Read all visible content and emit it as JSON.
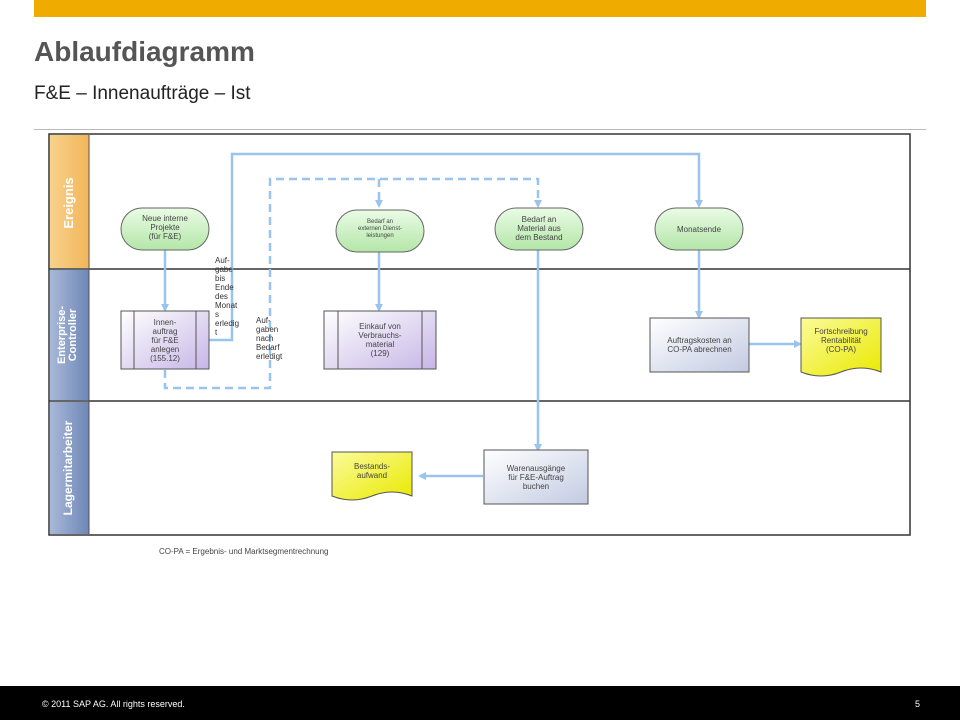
{
  "header": {
    "title": "Ablaufdiagramm",
    "subtitle": "F&E – Innenaufträge – Ist"
  },
  "lanes": [
    {
      "label": "Ereignis",
      "color": "#f5c26b"
    },
    {
      "label": "Enterprise-\nController",
      "color": "#8fa3c8"
    },
    {
      "label": "Lagermitarbeiter",
      "color": "#8fa3c8"
    }
  ],
  "nodes": {
    "new_projects": "Neue interne\nProjekte\n(für F&E)",
    "need_external": "Bedarf an\nexternen Dienst-\nleistungen",
    "need_material": "Bedarf an\nMaterial aus\ndem Bestand",
    "month_end": "Monatsende",
    "create_order": "Innen-\nauftrag\nfür F&E\nanlegen\n(155.12)",
    "purchase": "Einkauf von\nVerbrauchs-\nmaterial\n(129)",
    "settle": "Auftragskosten an\nCO-PA abrechnen",
    "copa_update": "Fortschreibung\nRentabilität\n(CO-PA)",
    "goods_issue": "Warenausgänge\nfür F&E-Auftrag\nbuchen",
    "inventory_expense": "Bestands-\naufwand"
  },
  "notes": {
    "tasks_done": "Auf-\ngabe\nbis\nEnde\ndes\nMonat\ns\nerledig\nt",
    "tasks_on_demand": "Auf-\ngaben\nnach\nBedarf\nerledigt"
  },
  "footnote": "CO-PA = Ergebnis- und Marktsegmentrechnung",
  "footer": {
    "copyright": "© 2011 SAP AG. All rights reserved.",
    "page": "5"
  },
  "colors": {
    "accent_bar": "#f0ab00",
    "event_green": "#c9f0c0",
    "arrow_blue": "#99c4ee",
    "doc_yellow": "#f5f500"
  }
}
